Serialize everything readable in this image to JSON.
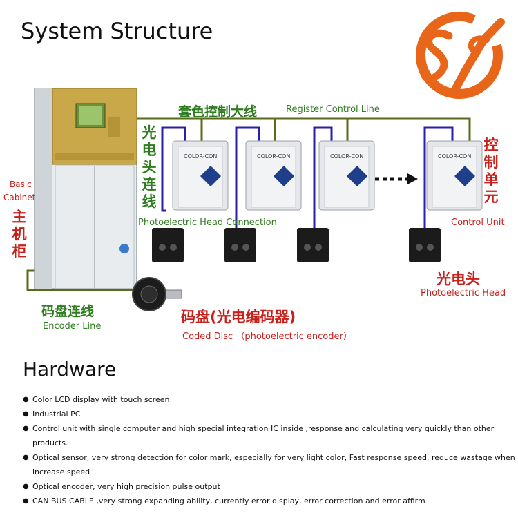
{
  "headings": {
    "system_structure": "System Structure",
    "hardware": "Hardware"
  },
  "labels": {
    "register_control_line_cn": "套色控制大线",
    "register_control_line_en": "Register Control Line",
    "photoelectric_head_connection_cn": "光电头连线",
    "photoelectric_head_connection_en": "Photoelectric Head Connection",
    "basic_cabinet_en_line1": "Basic",
    "basic_cabinet_en_line2": "Cabinet",
    "basic_cabinet_cn": "主机柜",
    "control_unit_cn": "控制单元",
    "control_unit_en": "Control Unit",
    "photoelectric_head_cn": "光电头",
    "photoelectric_head_en": "Photoelectric Head",
    "encoder_line_cn": "码盘连线",
    "encoder_line_en": "Encoder Line",
    "coded_disc_cn": "码盘(光电编码器)",
    "coded_disc_en": "Coded Disc （photoelectric encoder）",
    "unit_brand": "COLOR-CON"
  },
  "hardware_items": [
    "Color LCD display with touch screen",
    "Industrial PC",
    "Control unit with single computer and high special integration IC inside ,response and calculating very quickly than other products.",
    "Optical sensor, very strong detection for color mark, especially for very  light color, Fast response speed, reduce wastage when increase speed",
    "Optical encoder, very high precision pulse output",
    "CAN BUS CABLE ,very strong expanding ability, currently error display, error correction and error affirm"
  ],
  "colors": {
    "green_line": "#5a6a1a",
    "blue_line": "#2a1fa8",
    "green_text": "#2e7d1f",
    "red_text": "#c8201b",
    "logo_orange": "#e8661a",
    "cabinet_gold": "#c9a84a"
  },
  "icons": {
    "logo": "company-logo",
    "bullet": "●",
    "arrow": "dotted-right-arrow"
  }
}
